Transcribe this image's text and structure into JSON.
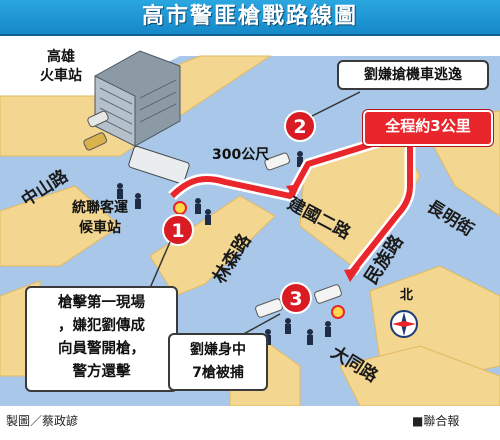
{
  "title": "高市警匪槍戰路線圖",
  "labels": {
    "station": "高雄\n火車站",
    "bus_station": "統聯客運\n候車站",
    "distance": "300公尺",
    "compass_north": "北"
  },
  "callouts": {
    "escape": "劉嫌搶機車逃逸",
    "total": "全程約3公里",
    "first_scene": "槍擊第一現場\n，嫌犯劉傳成\n向員警開槍，\n警方還擊",
    "shot": "劉嫌身中\n7槍被捕"
  },
  "markers": [
    {
      "label": "1"
    },
    {
      "label": "2"
    },
    {
      "label": "3"
    }
  ],
  "roads": {
    "zhongshan": "中山路",
    "linsen": "林森路",
    "jianguo": "建國二路",
    "minzu": "民族路",
    "changming": "長明街",
    "datong": "大同路"
  },
  "credits": {
    "left": "製圖／蔡政諺",
    "right": "■聯合報"
  },
  "colors": {
    "title_bar": "#1f98d6",
    "block": "#f2d58e",
    "road": "#a8c7e8",
    "route": "#e8262c",
    "marker": "#d91c24"
  }
}
